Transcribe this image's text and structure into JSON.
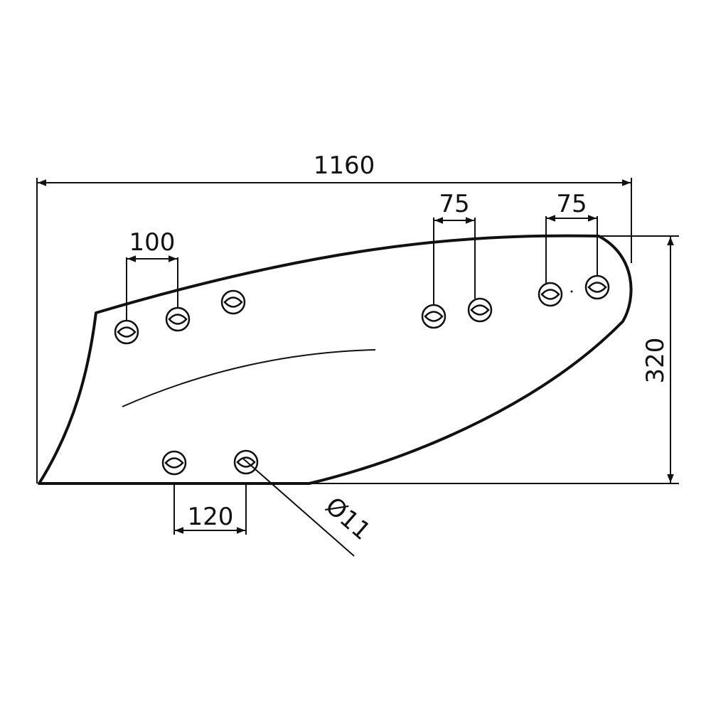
{
  "colors": {
    "background": "#ffffff",
    "line": "#111111"
  },
  "dimensions": {
    "overall_length": "1160",
    "height": "320",
    "top_hole_spacing_left": "100",
    "top_hole_spacing_middle": "75",
    "top_hole_spacing_right": "75",
    "bottom_hole_spacing": "120",
    "hole_diameter": "Ø11"
  }
}
